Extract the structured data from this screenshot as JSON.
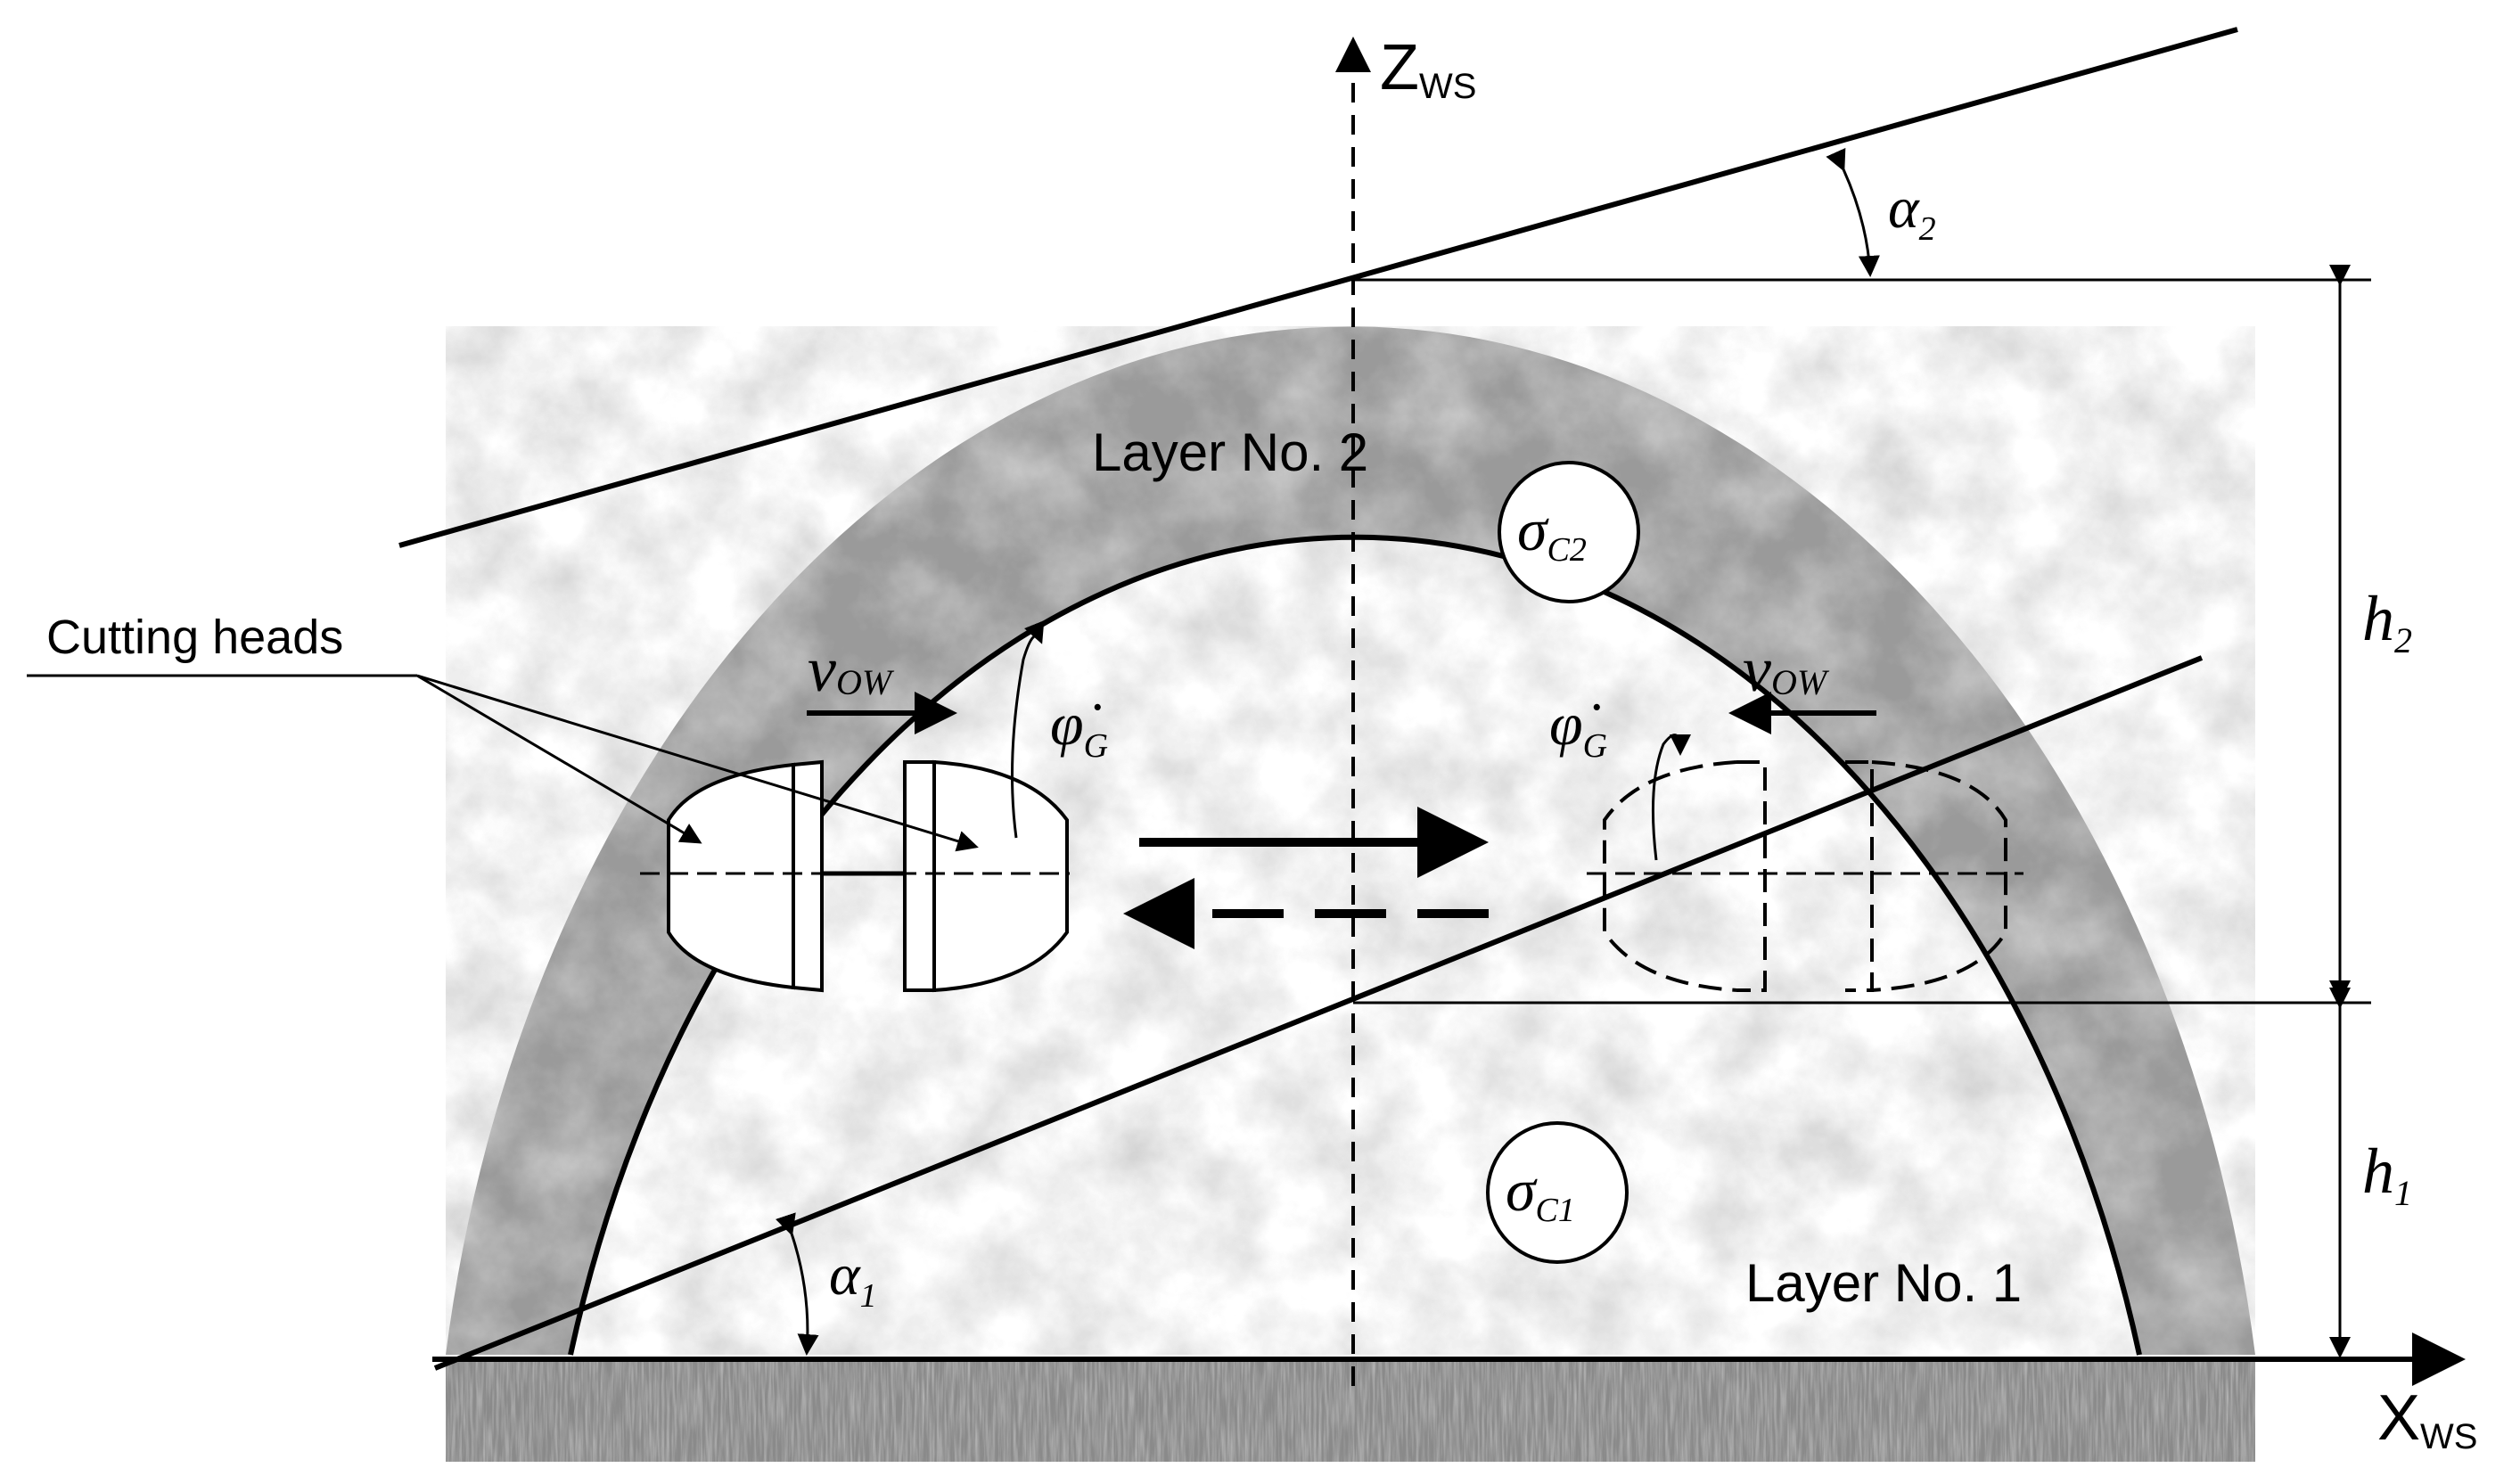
{
  "axes": {
    "z": {
      "main": "Z",
      "sub": "WS"
    },
    "x": {
      "main": "X",
      "sub": "WS"
    }
  },
  "layers": {
    "layer2": "Layer No. 2",
    "layer1": "Layer No. 1"
  },
  "stress": {
    "c2": {
      "sym": "σ",
      "sub": "C2"
    },
    "c1": {
      "sym": "σ",
      "sub": "C1"
    }
  },
  "heights": {
    "h2": {
      "sym": "h",
      "sub": "2"
    },
    "h1": {
      "sym": "h",
      "sub": "1"
    }
  },
  "angles": {
    "a2": {
      "sym": "α",
      "sub": "2"
    },
    "a1": {
      "sym": "α",
      "sub": "1"
    }
  },
  "velocity": {
    "sym": "v",
    "sub": "OW"
  },
  "rotation": {
    "sym": "φ̇",
    "sub": "G"
  },
  "callout": {
    "cutting_heads": "Cutting heads"
  }
}
